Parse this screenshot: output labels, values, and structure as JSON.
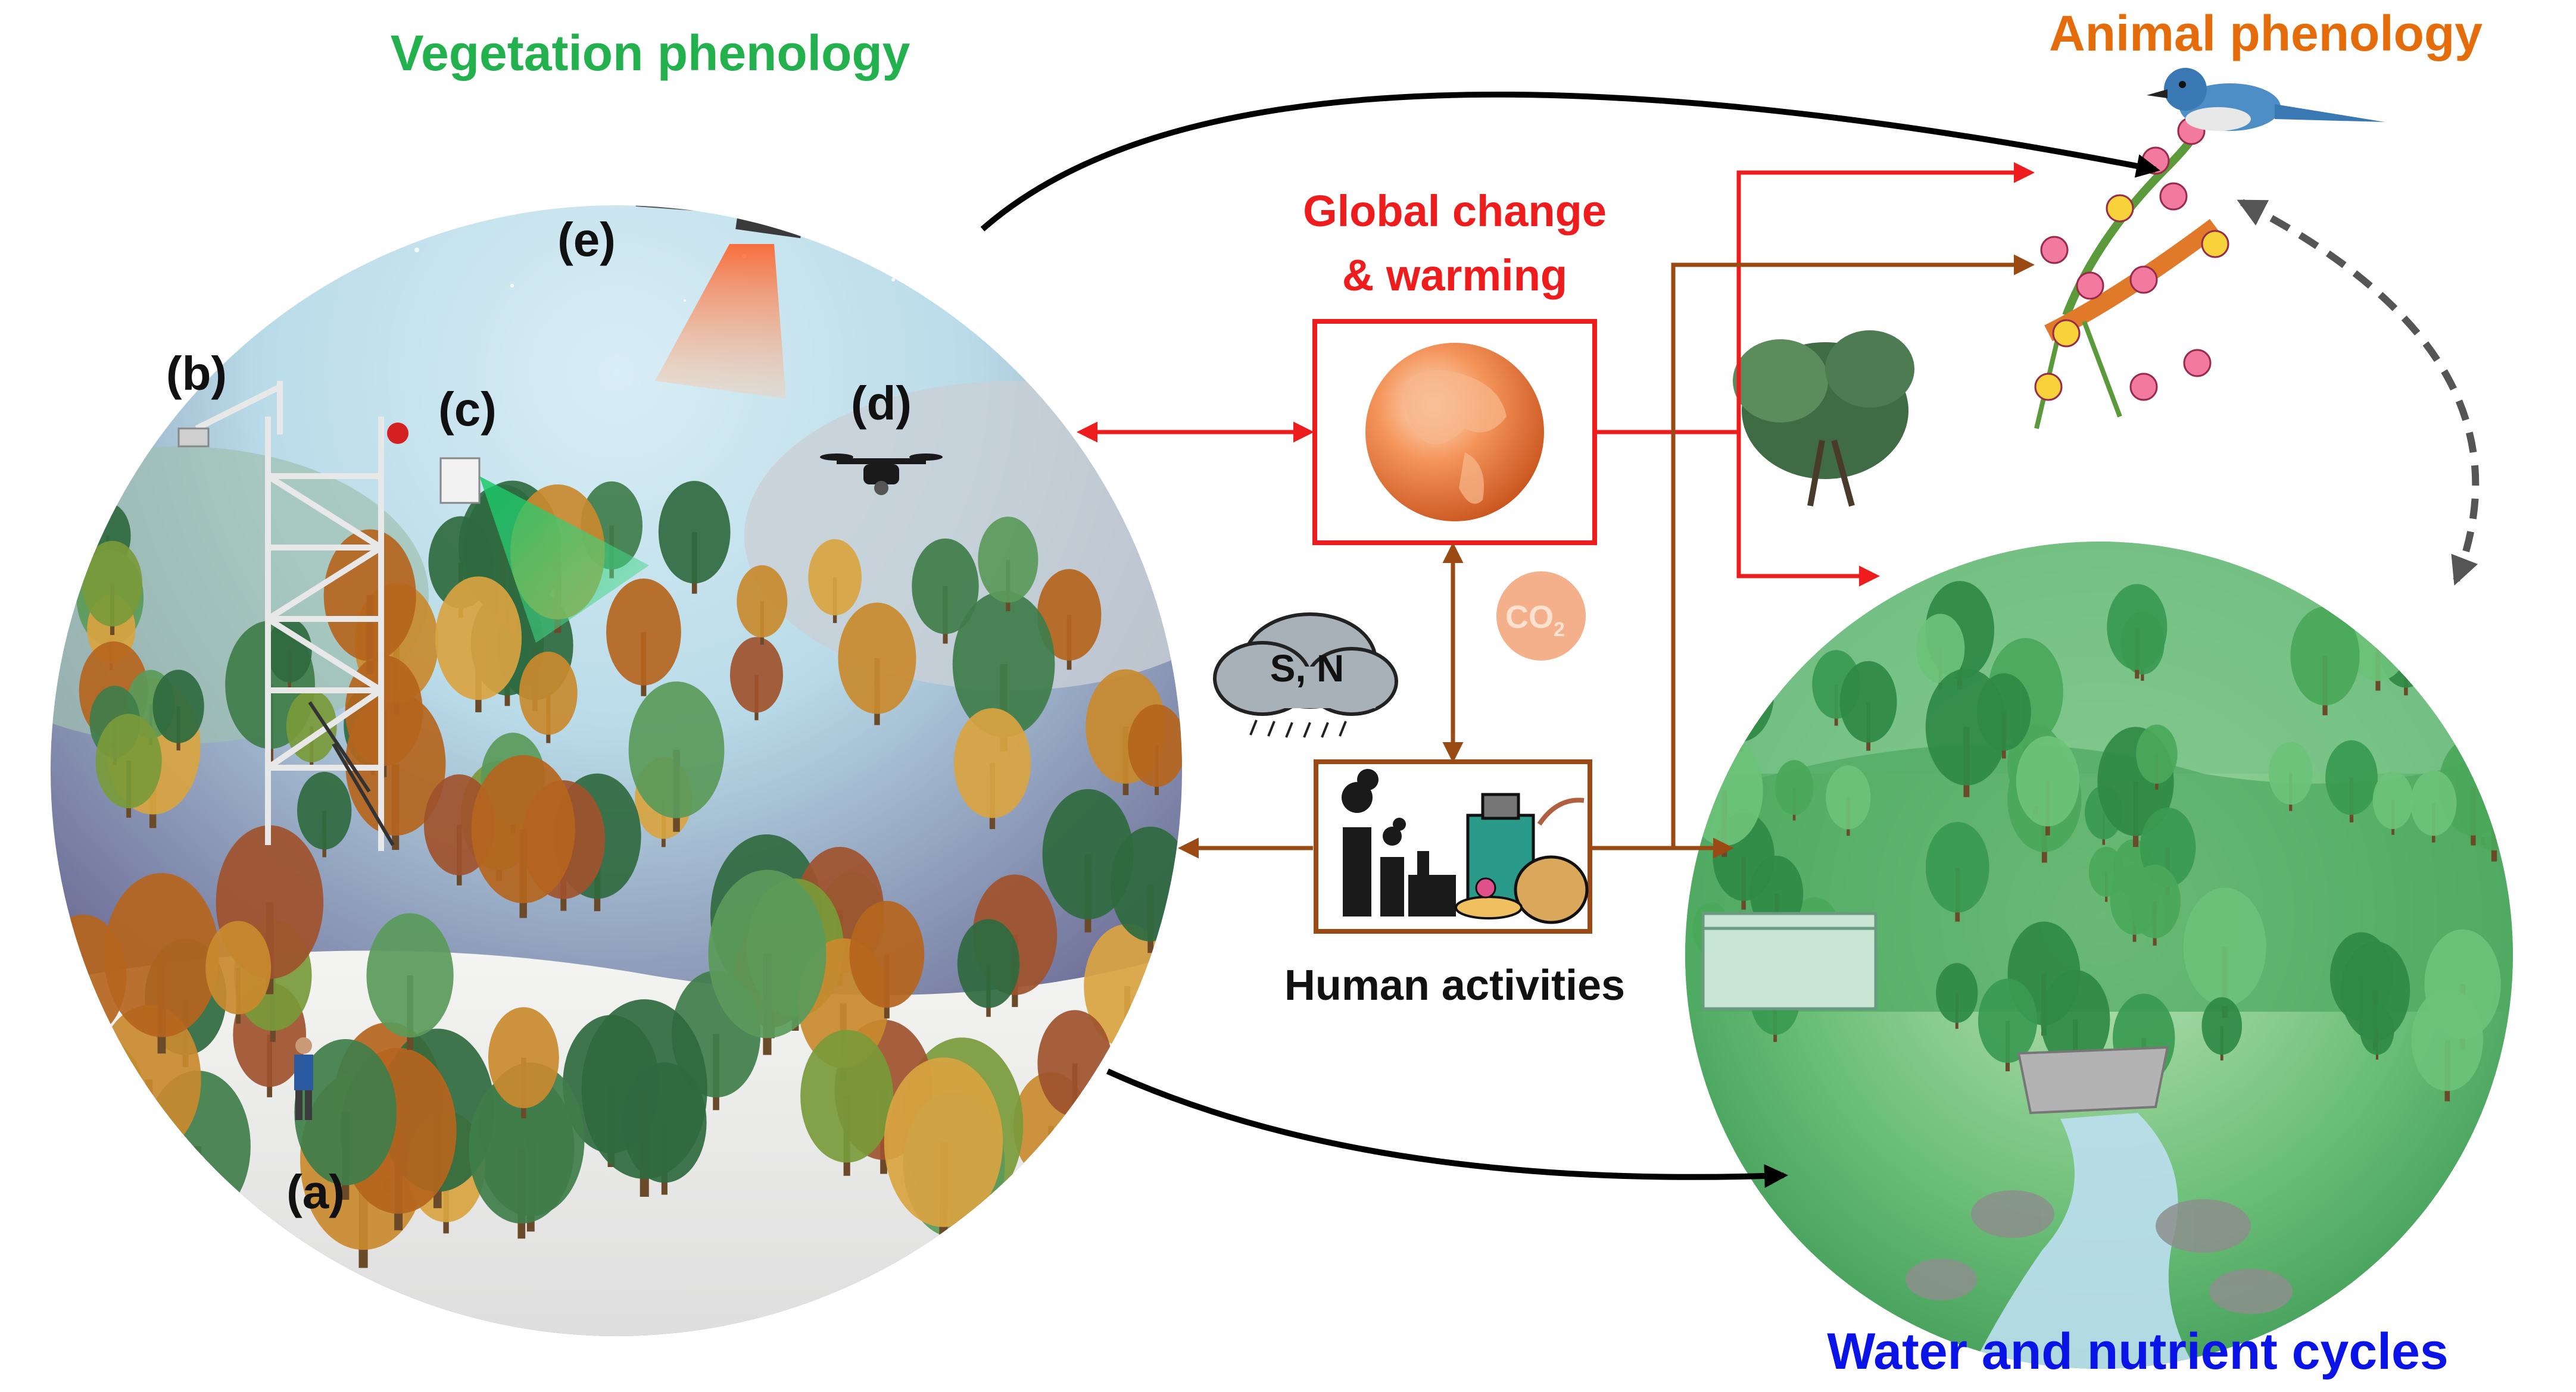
{
  "titles": {
    "vegetation": "Vegetation phenology",
    "animal": "Animal phenology",
    "water": "Water and nutrient cycles"
  },
  "center": {
    "global_line1": "Global change",
    "global_line2": "& warming",
    "human": "Human activities",
    "pollutants": "S, N",
    "co2": "CO",
    "co2_sub": "2"
  },
  "markers": {
    "a": "(a)",
    "b": "(b)",
    "c": "(c)",
    "d": "(d)",
    "e": "(e)"
  },
  "colors": {
    "vegetation_title": "#22b14c",
    "animal_title": "#e46c0a",
    "water_title": "#0a14e6",
    "global_arrows": "#ee1c1c",
    "human_arrows": "#9a4a12",
    "feedback_dashed": "#555555",
    "outer_arrows": "#000000"
  }
}
